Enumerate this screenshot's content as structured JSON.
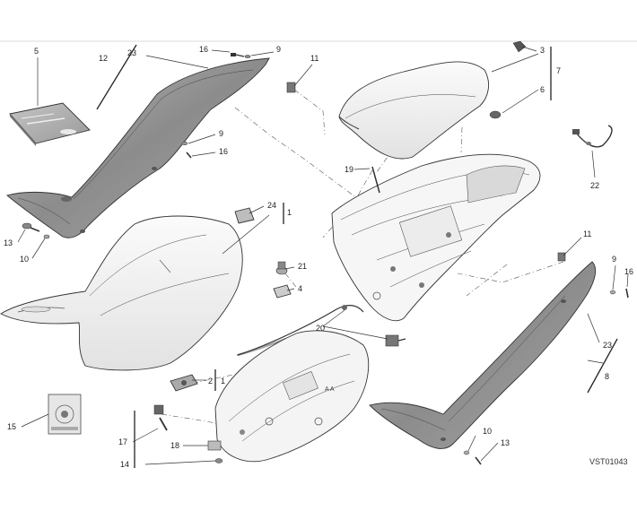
{
  "diagram": {
    "drawing_code": "VST01043",
    "callouts": [
      {
        "id": "c-5",
        "text": "5"
      },
      {
        "id": "c-12",
        "text": "12"
      },
      {
        "id": "c-23-top",
        "text": "23"
      },
      {
        "id": "c-16-top",
        "text": "16"
      },
      {
        "id": "c-9-top",
        "text": "9"
      },
      {
        "id": "c-11-top",
        "text": "11"
      },
      {
        "id": "c-3",
        "text": "3"
      },
      {
        "id": "c-7",
        "text": "7"
      },
      {
        "id": "c-6",
        "text": "6"
      },
      {
        "id": "c-9-mid",
        "text": "9"
      },
      {
        "id": "c-16-mid",
        "text": "16"
      },
      {
        "id": "c-19",
        "text": "19"
      },
      {
        "id": "c-22",
        "text": "22"
      },
      {
        "id": "c-24",
        "text": "24"
      },
      {
        "id": "c-1-top",
        "text": "1"
      },
      {
        "id": "c-13-left",
        "text": "13"
      },
      {
        "id": "c-10-left",
        "text": "10"
      },
      {
        "id": "c-21",
        "text": "21"
      },
      {
        "id": "c-4",
        "text": "4"
      },
      {
        "id": "c-11-right",
        "text": "11"
      },
      {
        "id": "c-9-right",
        "text": "9"
      },
      {
        "id": "c-16-right",
        "text": "16"
      },
      {
        "id": "c-20",
        "text": "20"
      },
      {
        "id": "c-23-right",
        "text": "23"
      },
      {
        "id": "c-8",
        "text": "8"
      },
      {
        "id": "c-2",
        "text": "2"
      },
      {
        "id": "c-1-bottom",
        "text": "1"
      },
      {
        "id": "c-15",
        "text": "15"
      },
      {
        "id": "c-17",
        "text": "17"
      },
      {
        "id": "c-18",
        "text": "18"
      },
      {
        "id": "c-14",
        "text": "14"
      },
      {
        "id": "c-10-right",
        "text": "10"
      },
      {
        "id": "c-13-right",
        "text": "13"
      }
    ]
  }
}
